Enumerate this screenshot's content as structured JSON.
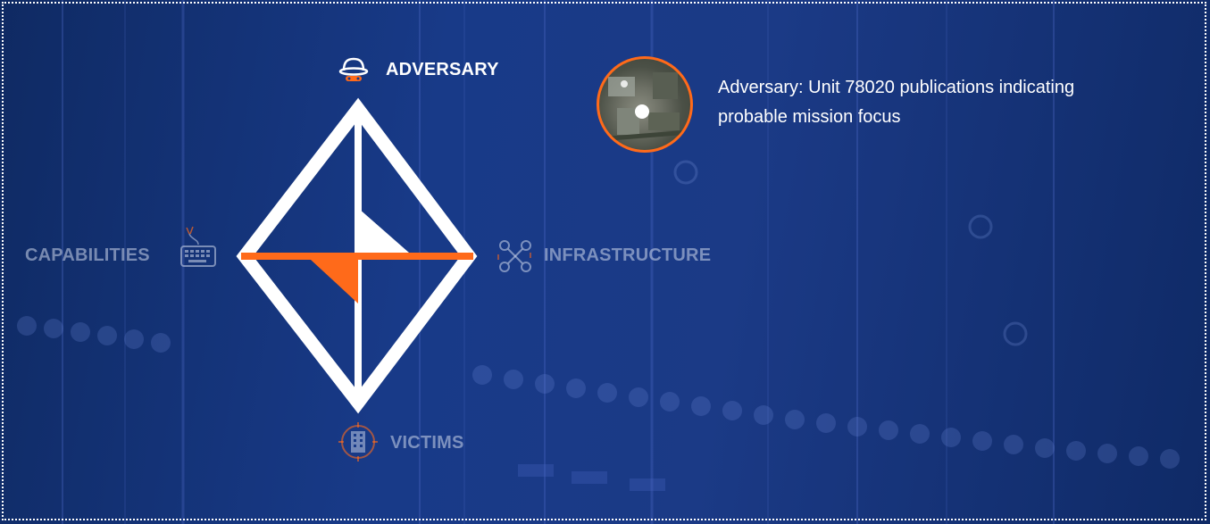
{
  "nodes": {
    "adversary": {
      "label": "ADVERSARY",
      "icon": "spy-hat-icon"
    },
    "capabilities": {
      "label": "CAPABILITIES",
      "icon": "keyboard-icon"
    },
    "infrastructure": {
      "label": "INFRASTRUCTURE",
      "icon": "network-nodes-icon"
    },
    "victims": {
      "label": "VICTIMS",
      "icon": "building-target-icon"
    }
  },
  "info": {
    "text": "Adversary: Unit 78020 publications indicating probable mission focus",
    "thumbnail_icon": "satellite-image-thumbnail"
  },
  "colors": {
    "accent": "#ff6a1a",
    "diamond": "#ffffff",
    "background": "#183a88"
  }
}
